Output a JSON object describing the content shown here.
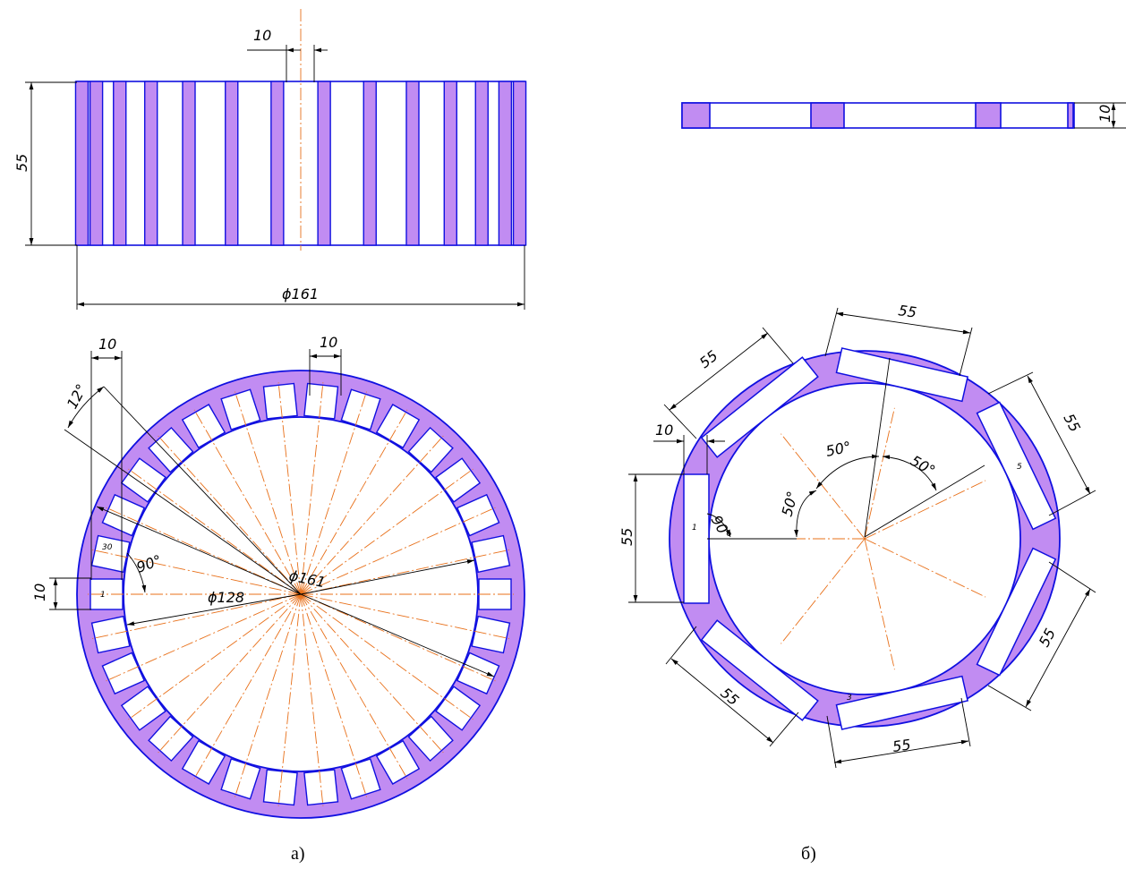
{
  "figure_a": {
    "caption": "а)",
    "side_view": {
      "width_label": "10",
      "height_label": "55",
      "diameter_label": "ϕ161"
    },
    "top_view": {
      "slot_width_label_left": "10",
      "slot_width_label_top": "10",
      "angle_label": "12°",
      "slot_depth_label": "30",
      "right_angle_label": "90°",
      "slot_height_label": "10",
      "slot_number_label": "1",
      "inner_diameter_label": "ϕ128",
      "outer_diameter_label": "ϕ161",
      "slot_count": 30
    }
  },
  "figure_b": {
    "caption": "б)",
    "side_view": {
      "thickness_label": "10"
    },
    "top_view": {
      "magnet_length_labels": [
        "55",
        "55",
        "55",
        "55",
        "55",
        "55",
        "55"
      ],
      "magnet_width_label": "10",
      "angle_labels": [
        "50°",
        "50°",
        "50°"
      ],
      "right_angle_label": "90°",
      "magnet_number_labels": [
        "1",
        "3",
        "5"
      ],
      "magnet_count": 7
    }
  },
  "colors": {
    "fill": "#c18cf2",
    "edge": "#1010e0",
    "axis": "#e8701a",
    "dimension": "#000000"
  }
}
